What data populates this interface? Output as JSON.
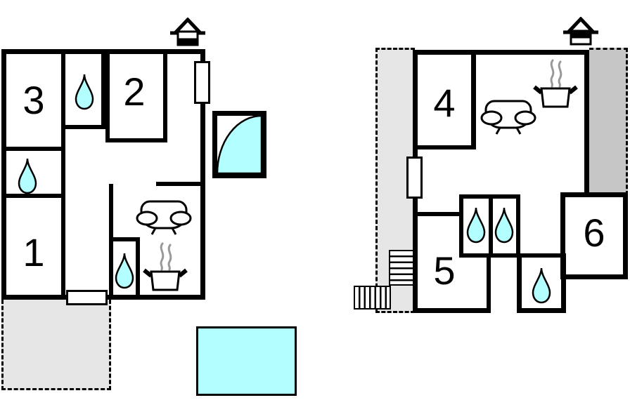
{
  "page": {
    "type": "vacation-home-floor-plan",
    "background": "#ffffff"
  },
  "colors": {
    "wall": "#000000",
    "water": "#b3ffff",
    "terrace": "#e6e6e6",
    "annex": "#c6c6c6",
    "steam": "#999999"
  },
  "plans": [
    {
      "id": "left-building",
      "rooms": [
        {
          "label": "1"
        },
        {
          "label": "2"
        },
        {
          "label": "3"
        }
      ],
      "icons": [
        "chimney-icon",
        "water-drop-icon",
        "water-drop-icon",
        "water-drop-icon",
        "sofa-icon",
        "stove-icon",
        "door-swing-icon",
        "window",
        "entrance-door"
      ],
      "outdoor": {
        "terrace": true,
        "pool": true
      }
    },
    {
      "id": "right-building",
      "rooms": [
        {
          "label": "4"
        },
        {
          "label": "5"
        },
        {
          "label": "6"
        }
      ],
      "icons": [
        "chimney-icon",
        "water-drop-icon",
        "water-drop-icon",
        "water-drop-icon",
        "sofa-icon",
        "stove-icon",
        "stairs-icon",
        "window"
      ],
      "outdoor": {
        "terrace": true,
        "annex": true
      }
    }
  ]
}
